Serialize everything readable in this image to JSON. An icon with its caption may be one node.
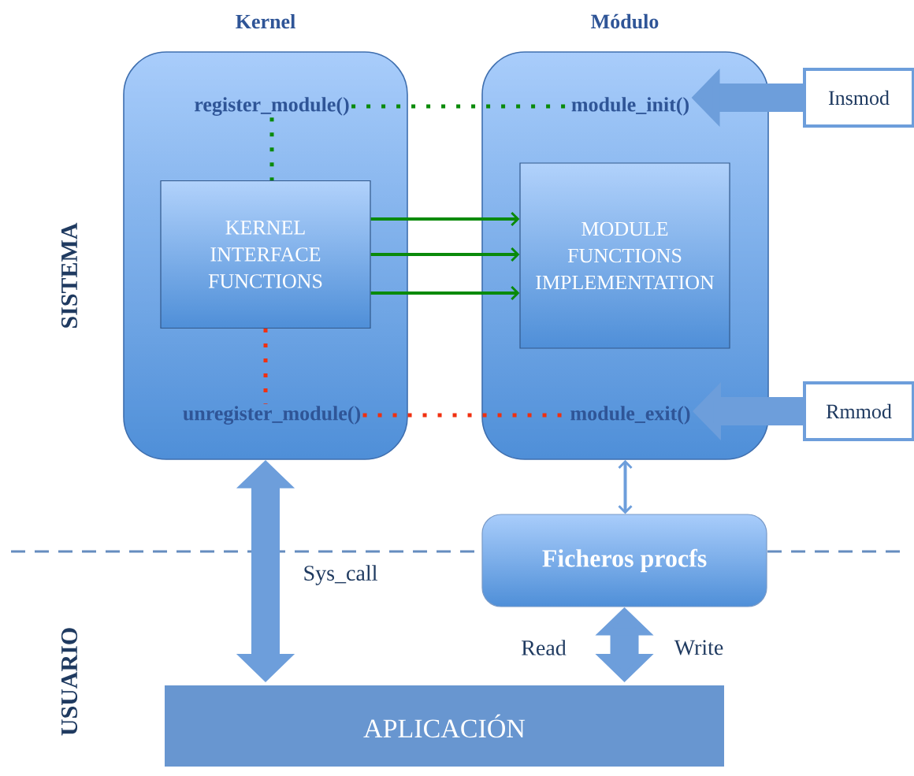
{
  "diagram": {
    "nodes": [
      {
        "text": [
          "Kernel"
        ]
      },
      {
        "text": [
          "register_module()"
        ],
        "in": 0
      },
      {
        "text": [
          "KERNEL INTERFACE FUNCTIONS"
        ],
        "in": 0
      },
      {
        "text": [
          "unregister_module()"
        ],
        "in": 0
      },
      {
        "text": [
          "Módulo"
        ]
      },
      {
        "text": [
          "module_init()"
        ],
        "in": 4
      },
      {
        "text": [
          "MODULE FUNCTIONS IMPLEMENTATION"
        ],
        "in": 4
      },
      {
        "text": [
          "module_exit()"
        ],
        "in": 4
      },
      {
        "text": [
          "Insmod"
        ]
      },
      {
        "text": [
          "Rmmod"
        ]
      },
      {
        "text": [
          "Ficheros procfs"
        ]
      },
      {
        "text": [
          "APLICACIÓN"
        ]
      }
    ],
    "edges": [
      {
        "from": 1,
        "to": 5,
        "arrow": "none",
        "style": "dashed",
        "color": "#0a8a0a"
      },
      {
        "from": 1,
        "to": 2,
        "arrow": "none",
        "style": "dashed",
        "color": "#0a8a0a"
      },
      {
        "from": 2,
        "to": 3,
        "arrow": "none",
        "style": "dashed",
        "color": "#f03010"
      },
      {
        "from": 3,
        "to": 7,
        "arrow": "none",
        "style": "dashed",
        "color": "#f03010"
      },
      {
        "from": 2,
        "to": 6,
        "arrow": "to",
        "color": "#0a8a0a"
      },
      {
        "from": 2,
        "to": 6,
        "arrow": "to",
        "color": "#0a8a0a"
      },
      {
        "from": 2,
        "to": 6,
        "arrow": "to",
        "color": "#0a8a0a"
      },
      {
        "from": 8,
        "to": 5,
        "arrow": "to",
        "style": "thick",
        "color": "#6d9edb"
      },
      {
        "from": 9,
        "to": 7,
        "arrow": "to",
        "style": "thick",
        "color": "#6d9edb"
      },
      {
        "from": 0,
        "to": 11,
        "arrow": "both",
        "style": "thick",
        "label": "Sys_call",
        "color": "#6d9edb"
      },
      {
        "from": 4,
        "to": 10,
        "arrow": "both",
        "color": "#6d9edb"
      },
      {
        "from": 10,
        "to": 11,
        "arrow": "both",
        "style": "thick",
        "label": "Read",
        "color": "#6d9edb"
      }
    ],
    "labels": [
      "SISTEMA",
      "USUARIO",
      "Write"
    ]
  }
}
